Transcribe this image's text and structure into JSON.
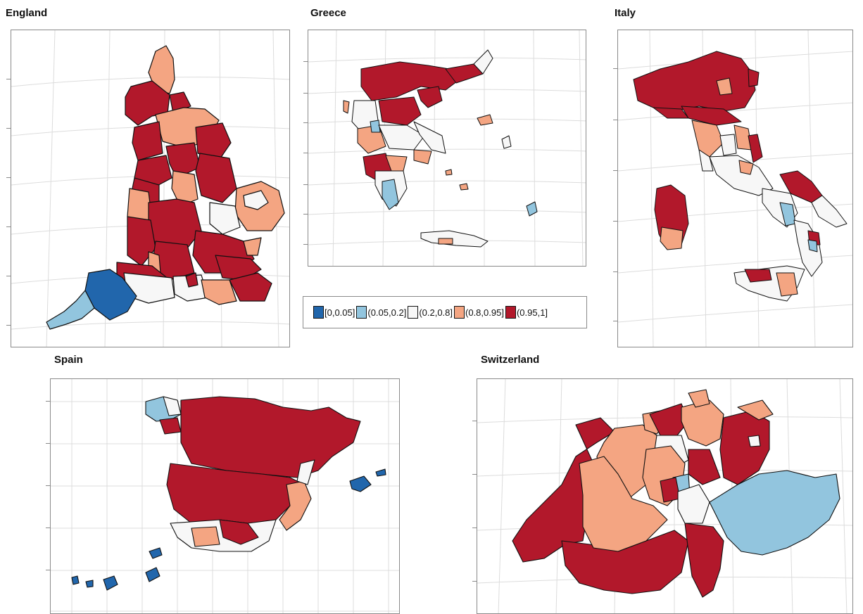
{
  "colors": {
    "c0": "#2166ac",
    "c1": "#92c5de",
    "c2": "#f7f7f7",
    "c3": "#f4a582",
    "c4": "#b2182b",
    "grid": "#dcdcdc",
    "border": "#111111"
  },
  "panels": {
    "england": {
      "title": "England"
    },
    "greece": {
      "title": "Greece"
    },
    "italy": {
      "title": "Italy"
    },
    "spain": {
      "title": "Spain"
    },
    "switzerland": {
      "title": "Switzerland"
    }
  },
  "legend": {
    "items": [
      {
        "label": "[0,0.05]",
        "color": "#2166ac"
      },
      {
        "label": "(0.05,0.2]",
        "color": "#92c5de"
      },
      {
        "label": "(0.2,0.8]",
        "color": "#f7f7f7"
      },
      {
        "label": "(0.8,0.95]",
        "color": "#f4a582"
      },
      {
        "label": "(0.95,1]",
        "color": "#b2182b"
      }
    ]
  }
}
